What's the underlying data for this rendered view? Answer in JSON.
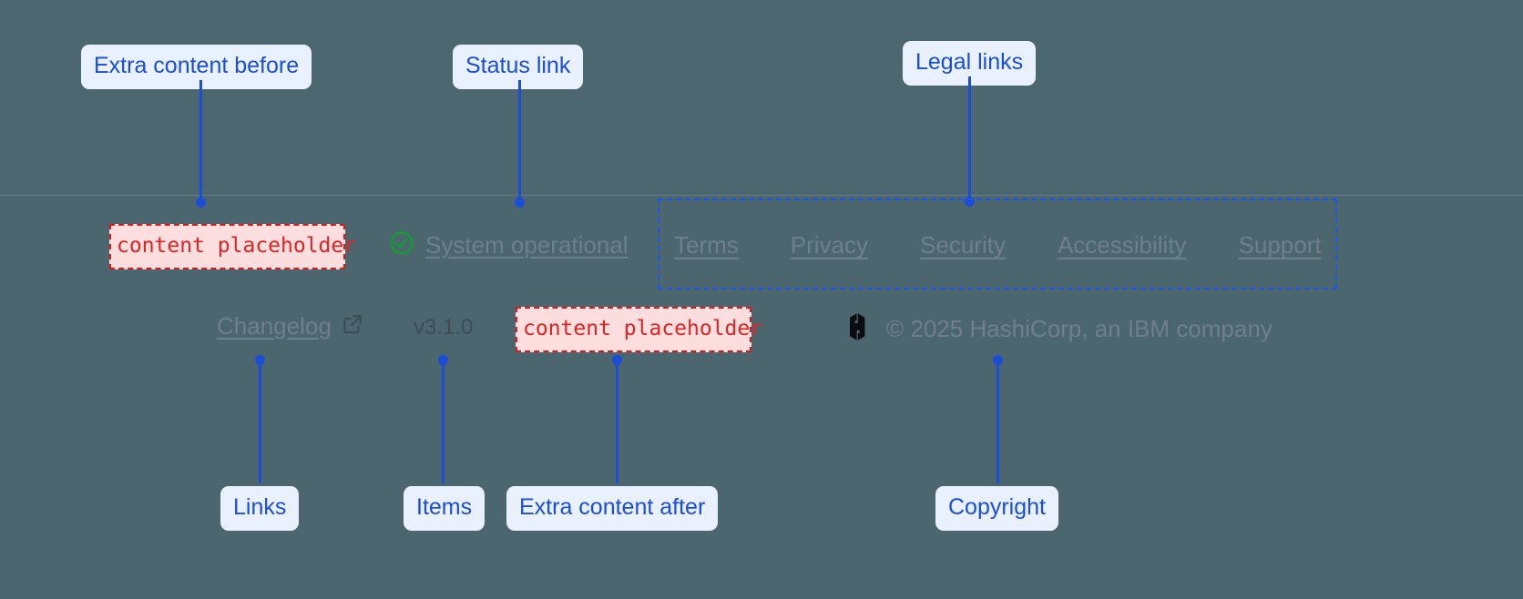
{
  "annotations": {
    "extra_content_before": "Extra content before",
    "status_link": "Status link",
    "legal_links": "Legal links",
    "links": "Links",
    "items": "Items",
    "extra_content_after": "Extra content after",
    "copyright": "Copyright"
  },
  "footer": {
    "placeholder_before": "content placeholder",
    "placeholder_after": "content placeholder",
    "status": {
      "icon": "check-circle-icon",
      "label": "System operational"
    },
    "legal": [
      {
        "label": "Terms"
      },
      {
        "label": "Privacy"
      },
      {
        "label": "Security"
      },
      {
        "label": "Accessibility"
      },
      {
        "label": "Support"
      }
    ],
    "changelog": {
      "label": "Changelog",
      "icon": "external-link-icon"
    },
    "version": "v3.1.0",
    "brand": {
      "logo": "hashicorp-logo-icon",
      "copyright": "© 2025 HashiCorp, an IBM company"
    }
  },
  "colors": {
    "background": "#4d6670",
    "annotation_blue": "#1a4ed8",
    "annotation_bg": "#eaf1fe",
    "placeholder_red": "#e02424",
    "placeholder_bg": "#fcdede",
    "link_gray": "#6f7f8b",
    "status_green": "#119e2f"
  }
}
